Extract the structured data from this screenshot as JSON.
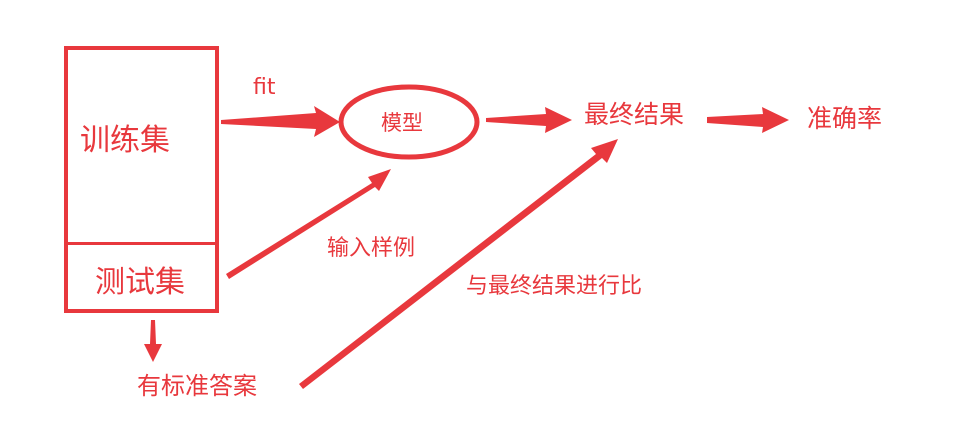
{
  "nodes": {
    "training_set": "训练集",
    "test_set": "测试集",
    "model": "模型",
    "final_result": "最终结果",
    "accuracy": "准确率",
    "labeled_answers": "有标准答案"
  },
  "edges": {
    "fit": "fit",
    "input_samples": "输入样例",
    "compare": "与最终结果进行比"
  },
  "colors": {
    "accent": "#e8383d"
  }
}
